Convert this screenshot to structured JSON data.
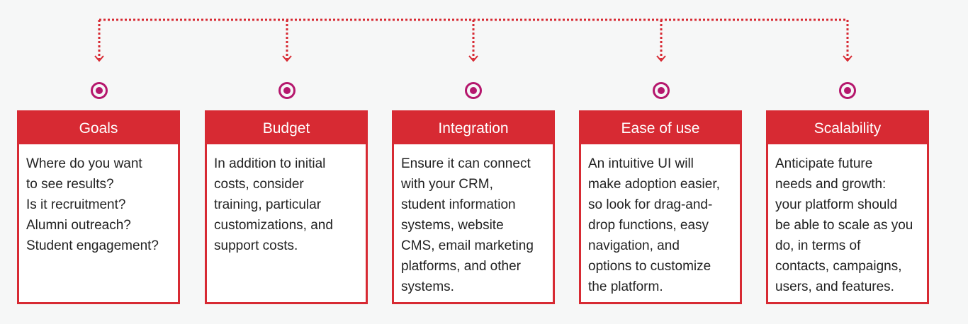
{
  "colors": {
    "accent_red": "#d72a33",
    "node_magenta": "#b5176d",
    "background": "#f6f7f7",
    "card_body": "#ffffff",
    "text": "#222222"
  },
  "cards": [
    {
      "title": "Goals",
      "lines": [
        "Where do you want",
        "to see results?",
        "Is it recruitment?",
        "Alumni outreach?",
        "Student engagement?"
      ]
    },
    {
      "title": "Budget",
      "lines": [
        "In addition to initial",
        "costs, consider",
        "training, particular",
        "customizations, and",
        "support costs."
      ]
    },
    {
      "title": "Integration",
      "lines": [
        "Ensure it can connect",
        "with your CRM,",
        "student information",
        "systems, website",
        "CMS, email marketing",
        "platforms, and other",
        "systems."
      ]
    },
    {
      "title": "Ease of use",
      "lines": [
        "An intuitive UI will",
        "make adoption easier,",
        "so look for drag-and-",
        "drop functions, easy",
        "navigation, and",
        "options to customize",
        "the platform."
      ]
    },
    {
      "title": "Scalability",
      "lines": [
        "Anticipate future",
        "needs and growth:",
        "your platform should",
        "be able to scale as you",
        "do, in terms of",
        "contacts, campaigns,",
        "users, and features."
      ]
    }
  ]
}
